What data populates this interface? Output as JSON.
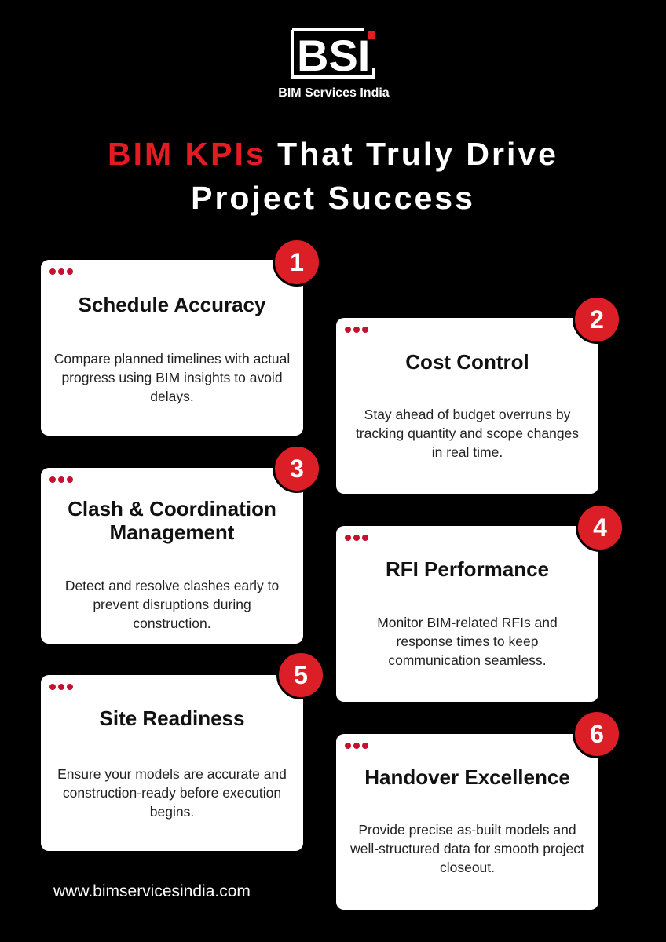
{
  "brand": {
    "name": "BIM Services India",
    "mark_text": "BSI",
    "primary_color": "#e31b23",
    "background": "#000000"
  },
  "title": {
    "accent": "BIM KPIs",
    "line1_rest": " That Truly Drive",
    "line2": "Project Success"
  },
  "kpis": [
    {
      "number": "1",
      "title": "Schedule Accuracy",
      "desc": "Compare planned timelines with actual progress using BIM insights to avoid delays."
    },
    {
      "number": "2",
      "title": "Cost Control",
      "desc": "Stay ahead of budget overruns by tracking quantity and scope changes in real time."
    },
    {
      "number": "3",
      "title": "Clash & Coordination Management",
      "desc": "Detect and resolve clashes early to prevent disruptions during construction."
    },
    {
      "number": "4",
      "title": "RFI Performance",
      "desc": "Monitor BIM-related RFIs and response times to keep communication seamless."
    },
    {
      "number": "5",
      "title": "Site Readiness",
      "desc": "Ensure your models are accurate and construction-ready before execution begins."
    },
    {
      "number": "6",
      "title": "Handover Excellence",
      "desc": "Provide precise as-built models and well-structured data for smooth project closeout."
    }
  ],
  "footer": {
    "website": "www.bimservicesindia.com"
  }
}
